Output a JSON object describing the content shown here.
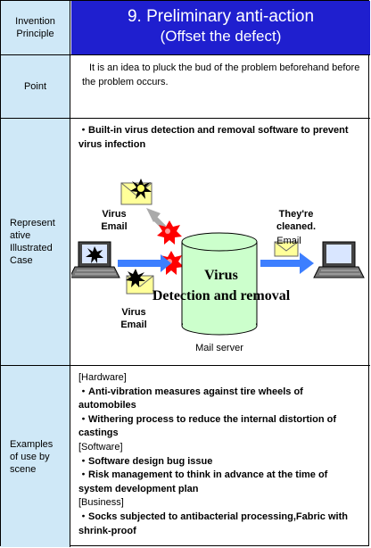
{
  "header": {
    "label": "Invention Principle",
    "title": "9. Preliminary anti-action",
    "subtitle": "(Offset the defect)"
  },
  "point": {
    "label": "Point",
    "text": "It is an idea to pluck the bud of the problem beforehand before the problem occurs."
  },
  "case": {
    "label": "Representative Illustrated Case",
    "label_lines": [
      "Represent",
      "ative",
      "Illustrated",
      "Case"
    ],
    "caption": "・Built-in virus detection and removal software to prevent virus infection",
    "virus_email_top": "Virus Email",
    "virus_email_bottom": "Virus Email",
    "cleaned": "They're cleaned.",
    "cleaned_email": "Email",
    "cylinder_line1": "Virus",
    "cylinder_line2": "Detection and removal",
    "server": "Mail server",
    "colors": {
      "cylinder": "#ccffcc",
      "virus": "#ff0000",
      "arrow": "#3d7fff",
      "envelope": "#ffff99"
    },
    "icons": [
      "laptop-icon",
      "virus-icon",
      "email-icon",
      "arrow-icon",
      "cylinder-icon"
    ]
  },
  "examples": {
    "label": "Examples of use by scene",
    "label_lines": [
      "Examples",
      "of use by",
      "scene"
    ],
    "items": [
      {
        "text": "[Hardware]",
        "kind": "heading"
      },
      {
        "text": "・Anti-vibration measures against tire wheels of automobiles",
        "kind": "item"
      },
      {
        "text": "・Withering process to reduce the internal distortion of castings",
        "kind": "item"
      },
      {
        "text": "[Software]",
        "kind": "heading"
      },
      {
        "text": "・Software design bug issue",
        "kind": "item"
      },
      {
        "text": "・Risk management to think in advance at the time of system development plan",
        "kind": "item"
      },
      {
        "text": "[Business]",
        "kind": "heading"
      },
      {
        "text": "・Socks subjected to antibacterial processing,Fabric with shrink-proof",
        "kind": "item"
      }
    ]
  }
}
